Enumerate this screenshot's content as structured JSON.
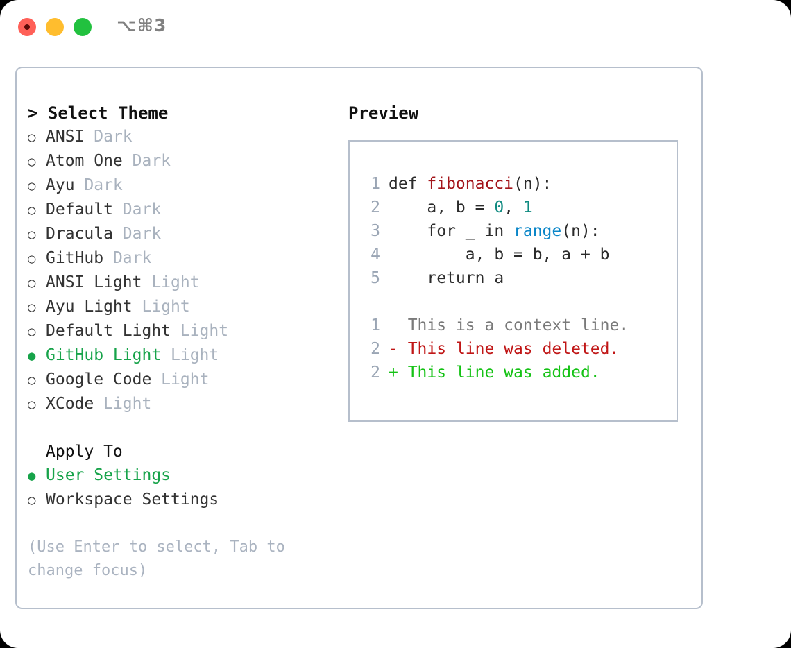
{
  "titlebar": {
    "shortcut": "⌥⌘3",
    "lights": [
      "close-red",
      "minimize-yellow",
      "zoom-green"
    ]
  },
  "left": {
    "heading": "> Select Theme",
    "themes": [
      {
        "marker": "○",
        "name": "ANSI",
        "variant": "Dark",
        "selected": false
      },
      {
        "marker": "○",
        "name": "Atom One",
        "variant": "Dark",
        "selected": false
      },
      {
        "marker": "○",
        "name": "Ayu",
        "variant": "Dark",
        "selected": false
      },
      {
        "marker": "○",
        "name": "Default",
        "variant": "Dark",
        "selected": false
      },
      {
        "marker": "○",
        "name": "Dracula",
        "variant": "Dark",
        "selected": false
      },
      {
        "marker": "○",
        "name": "GitHub",
        "variant": "Dark",
        "selected": false
      },
      {
        "marker": "○",
        "name": "ANSI Light",
        "variant": "Light",
        "selected": false
      },
      {
        "marker": "○",
        "name": "Ayu Light",
        "variant": "Light",
        "selected": false
      },
      {
        "marker": "○",
        "name": "Default Light",
        "variant": "Light",
        "selected": false
      },
      {
        "marker": "●",
        "name": "GitHub Light",
        "variant": "Light",
        "selected": true
      },
      {
        "marker": "○",
        "name": "Google Code",
        "variant": "Light",
        "selected": false
      },
      {
        "marker": "○",
        "name": "XCode",
        "variant": "Light",
        "selected": false
      }
    ],
    "apply_to_label": "Apply To",
    "apply_to_options": [
      {
        "marker": "●",
        "name": "User Settings",
        "selected": true
      },
      {
        "marker": "○",
        "name": "Workspace Settings",
        "selected": false
      }
    ],
    "hint": "(Use Enter to select, Tab to change focus)"
  },
  "preview": {
    "title": "Preview",
    "code_lines": [
      {
        "num": "1",
        "tokens": [
          {
            "text": "def ",
            "type": "plain"
          },
          {
            "text": "fibonacci",
            "type": "fn"
          },
          {
            "text": "(n):",
            "type": "plain"
          }
        ]
      },
      {
        "num": "2",
        "tokens": [
          {
            "text": "    a, b = ",
            "type": "plain"
          },
          {
            "text": "0",
            "type": "num"
          },
          {
            "text": ", ",
            "type": "plain"
          },
          {
            "text": "1",
            "type": "num"
          }
        ]
      },
      {
        "num": "3",
        "tokens": [
          {
            "text": "    for _ in ",
            "type": "plain"
          },
          {
            "text": "range",
            "type": "call"
          },
          {
            "text": "(n):",
            "type": "plain"
          }
        ]
      },
      {
        "num": "4",
        "tokens": [
          {
            "text": "        a, b = b, a + b",
            "type": "plain"
          }
        ]
      },
      {
        "num": "5",
        "tokens": [
          {
            "text": "    return a",
            "type": "plain"
          }
        ]
      }
    ],
    "diff_lines": [
      {
        "num": "1",
        "sign": "  ",
        "text": "This is a context line.",
        "type": "ctx"
      },
      {
        "num": "2",
        "sign": "- ",
        "text": "This line was deleted.",
        "type": "del"
      },
      {
        "num": "2",
        "sign": "+ ",
        "text": "This line was added.",
        "type": "add"
      }
    ]
  },
  "colors": {
    "accent_green": "#17a34a",
    "panel_border": "#b6bfcc",
    "muted": "#a9b2be",
    "code_fn": "#a3141a",
    "code_num": "#0e8a80",
    "code_call": "#0a86c8",
    "diff_add": "#15c215",
    "diff_del": "#c01616"
  }
}
